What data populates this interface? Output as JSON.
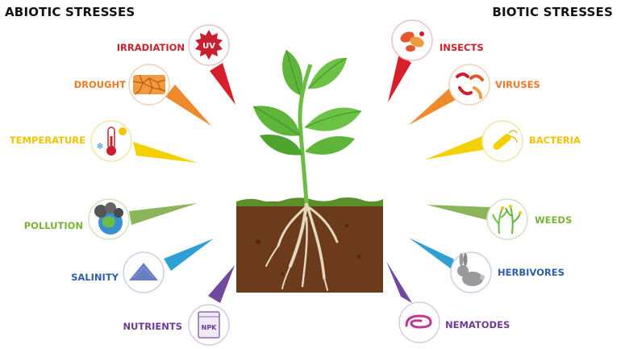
{
  "headings": {
    "left": "ABIOTIC STRESSES",
    "right": "BIOTIC STRESSES"
  },
  "abiotic": [
    {
      "label": "IRRADIATION",
      "color": "#c8202e",
      "icon": "uv-sun-icon",
      "icon_text": "UV"
    },
    {
      "label": "DROUGHT",
      "color": "#ec7a25",
      "icon": "cracked-soil-icon"
    },
    {
      "label": "TEMPERATURE",
      "color": "#f2c200",
      "icon": "thermometer-icon"
    },
    {
      "label": "POLLUTION",
      "color": "#7bb23c",
      "icon": "polluted-earth-icon"
    },
    {
      "label": "SALINITY",
      "color": "#2d5ea8",
      "icon": "salt-pile-icon"
    },
    {
      "label": "NUTRIENTS",
      "color": "#6b3d96",
      "icon": "fertilizer-bag-icon",
      "icon_text": "NPK"
    }
  ],
  "biotic": [
    {
      "label": "INSECTS",
      "color": "#c8202e",
      "icon": "insect-icon"
    },
    {
      "label": "VIRUSES",
      "color": "#ec7a25",
      "icon": "virus-icon"
    },
    {
      "label": "BACTERIA",
      "color": "#f2c200",
      "icon": "bacteria-icon"
    },
    {
      "label": "WEEDS",
      "color": "#7bb23c",
      "icon": "weeds-icon"
    },
    {
      "label": "HERBIVORES",
      "color": "#2d5ea8",
      "icon": "rabbit-icon"
    },
    {
      "label": "NEMATODES",
      "color": "#6b3d96",
      "icon": "nematode-icon"
    }
  ],
  "wedge_colors": {
    "red": "#d71f2c",
    "orange": "#ee8a2c",
    "yellow": "#f5d000",
    "green": "#8ab55a",
    "blue": "#2ea0d6",
    "purple": "#6f4a9e"
  },
  "plant": {
    "leaf_color": "#5fb53a",
    "leaf_dark": "#3e8f2a",
    "soil_color": "#6b3b1c",
    "root_color": "#e4d9bf"
  }
}
